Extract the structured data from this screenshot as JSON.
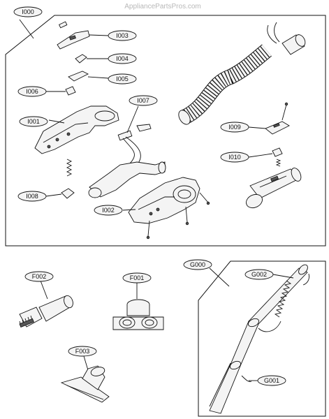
{
  "watermark": "AppliancePartsPros.com",
  "labels": {
    "i000": "I000",
    "i001": "I001",
    "i002": "I002",
    "i003": "I003",
    "i004": "I004",
    "i005": "I005",
    "i006": "I006",
    "i007": "I007",
    "i008": "I008",
    "i009": "I009",
    "i010": "I010",
    "f001": "F001",
    "f002": "F002",
    "f003": "F003",
    "g000": "G000",
    "g001": "G001",
    "g002": "G002"
  }
}
